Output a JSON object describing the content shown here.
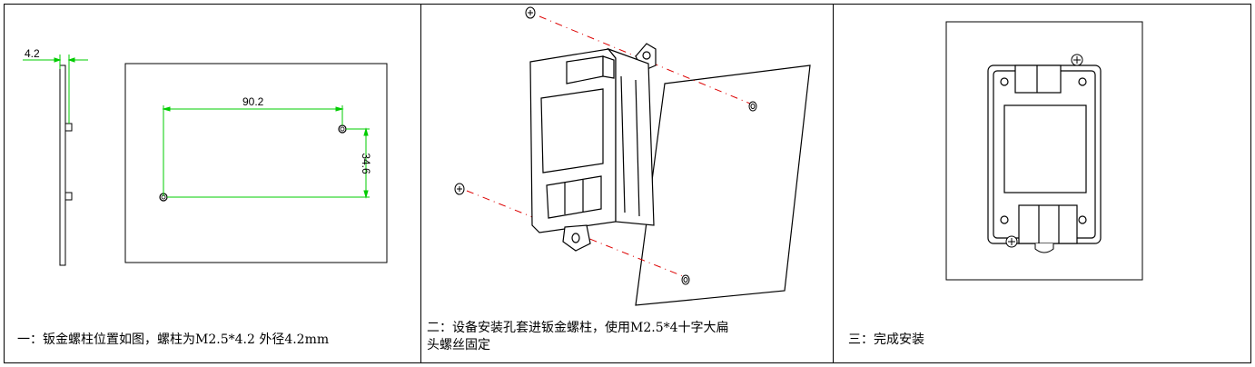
{
  "step1": {
    "caption": "一：钣金螺柱位置如图，螺柱为M2.5*4.2 外径4.2mm",
    "dim_thickness": "4.2",
    "dim_width": "90.2",
    "dim_height": "34.6"
  },
  "step2": {
    "caption_line1": "二：设备安装孔套进钣金螺柱，使用M2.5*4十字大扁",
    "caption_line2": "头螺丝固定"
  },
  "step3": {
    "caption": "三：完成安装"
  },
  "colors": {
    "dimension": "#00cc00",
    "leader": "#dd0000",
    "line": "#000000"
  }
}
